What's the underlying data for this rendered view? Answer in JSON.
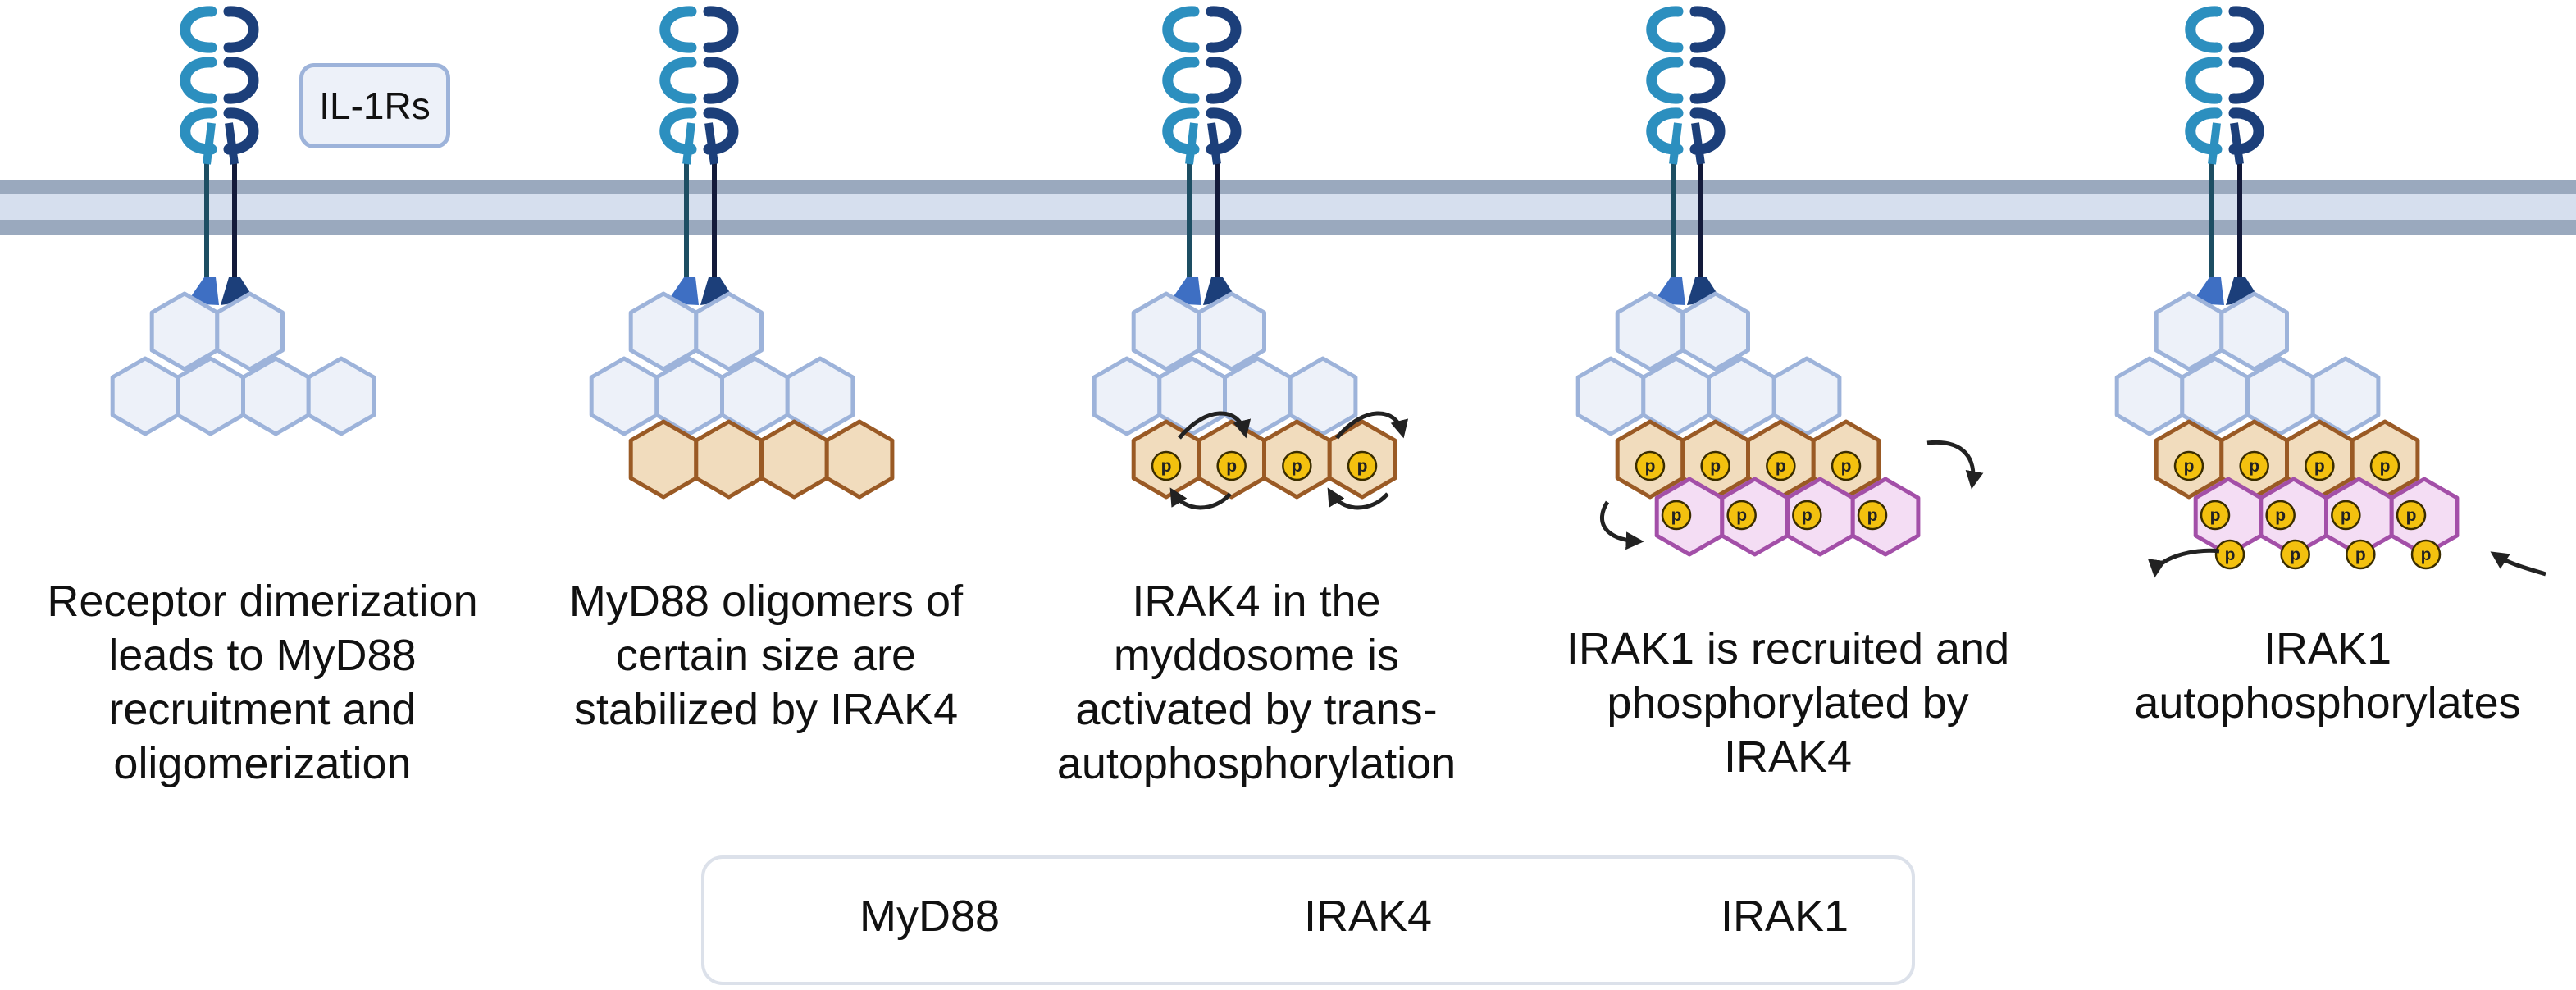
{
  "receptor_label": "IL-1Rs",
  "steps": [
    {
      "lines": [
        "Receptor dimerization",
        "leads to MyD88",
        "recruitment and",
        "oligomerization"
      ]
    },
    {
      "lines": [
        "MyD88 oligomers of",
        "certain size are",
        "stabilized by IRAK4"
      ]
    },
    {
      "lines": [
        "IRAK4 in the",
        "myddosome is",
        "activated by trans-",
        "autophosphorylation"
      ]
    },
    {
      "lines": [
        "IRAK1 is recruited and",
        "phosphorylated by",
        "IRAK4"
      ]
    },
    {
      "lines": [
        "IRAK1",
        "autophosphorylates"
      ]
    }
  ],
  "phospho_label": "P",
  "legend": [
    {
      "label": "MyD88",
      "color": "#edf1f9",
      "stroke": "#9db3da"
    },
    {
      "label": "IRAK4",
      "color": "#f1dcbd",
      "stroke": "#9a5a25"
    },
    {
      "label": "IRAK1",
      "color": "#f4ddf4",
      "stroke": "#a34fa8"
    }
  ],
  "colors": {
    "membrane_outer": "#9aa9be",
    "membrane_inner": "#d6dfee",
    "receptor_light": "#2c8fbf",
    "receptor_dark": "#1c3f7a",
    "stalk_light": "#1d4e63",
    "stalk_dark": "#131a3a",
    "phospho": "#f3c10f",
    "arrow": "#222222"
  }
}
